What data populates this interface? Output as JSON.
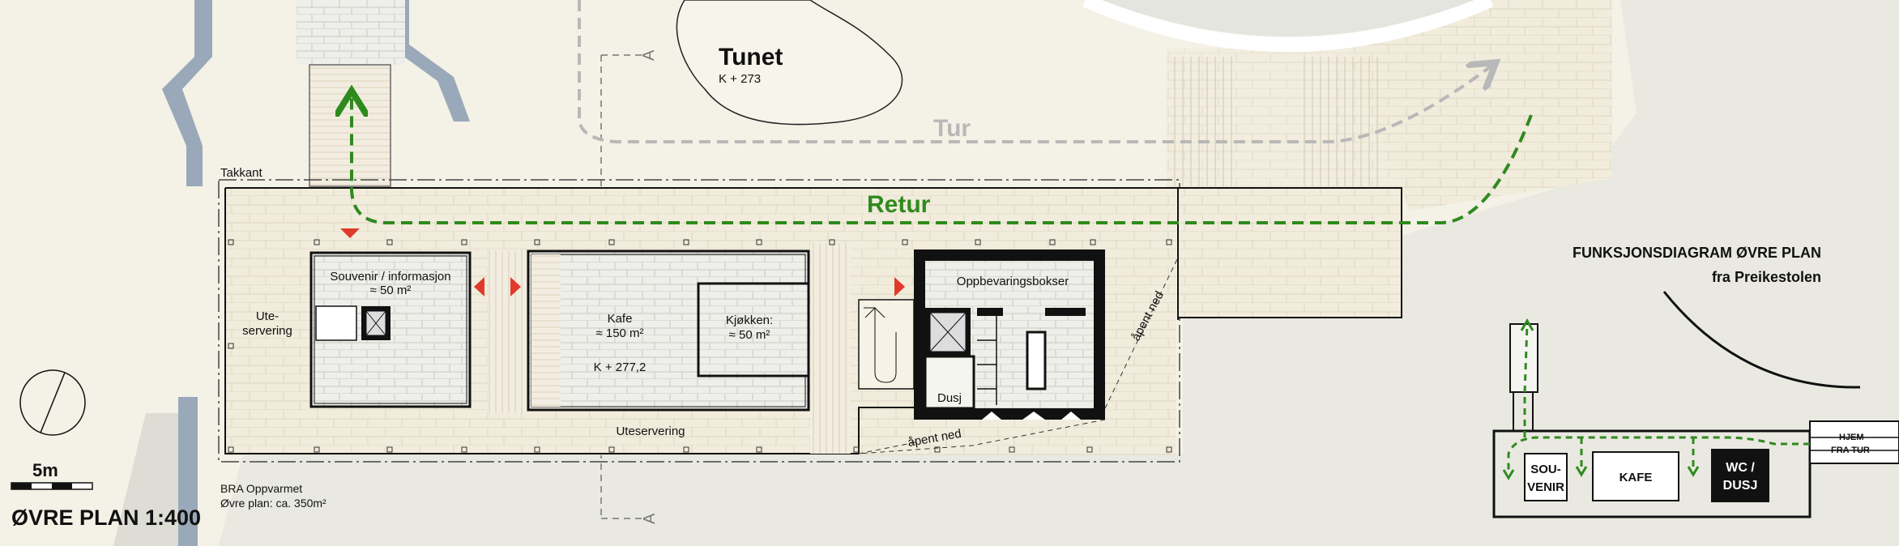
{
  "plan": {
    "title": "ØVRE PLAN 1:400",
    "scale_label": "5m",
    "bra_line1": "BRA Oppvarmet",
    "bra_line2": "Øvre plan: ca. 350m²"
  },
  "site": {
    "tunet": "Tunet",
    "tunet_level": "K + 273",
    "tur": "Tur",
    "retur": "Retur",
    "takkant": "Takkant",
    "section_marker": "A"
  },
  "rooms": {
    "souvenir_line1": "Souvenir / informasjon",
    "souvenir_line2": "≈ 50 m²",
    "ute_line1": "Ute-",
    "ute_line2": "servering",
    "kafe_line1": "Kafe",
    "kafe_line2": "≈ 150 m²",
    "kafe_level": "K + 277,2",
    "kjokken_line1": "Kjøkken:",
    "kjokken_line2": "≈ 50 m²",
    "oppbevaring": "Oppbevaringsbokser",
    "dusj": "Dusj",
    "uteservering": "Uteservering",
    "apent_ned_1": "åpent ned",
    "apent_ned_2": "åpent ned"
  },
  "diagram": {
    "title_line1": "FUNKSJONSDIAGRAM ØVRE PLAN",
    "title_line2": "fra Preikestolen",
    "souvenir_line1": "SOU-",
    "souvenir_line2": "VENIR",
    "kafe": "KAFE",
    "wc_line1": "WC /",
    "wc_line2": "DUSJ",
    "hjem_line1": "HJEM",
    "hjem_line2": "FRA TUR"
  },
  "colors": {
    "route_green": "#2f8a1e",
    "route_gray": "#b8b8b8",
    "arrow_red": "#e03a2a",
    "water": "#9aa9b9",
    "ground": "#e9e9e2"
  }
}
